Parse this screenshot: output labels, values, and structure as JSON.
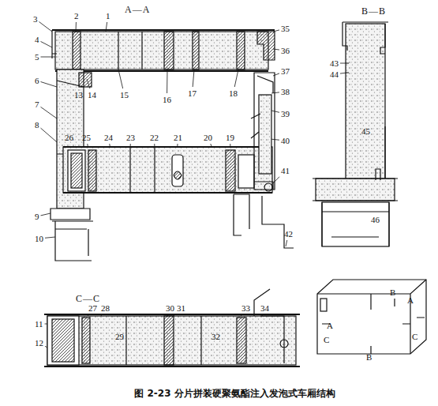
{
  "diagram": {
    "caption": "图 2-23  分片拼装硬聚氨酯注入发泡式车厢结构",
    "labels": [
      "A—A",
      "B—B",
      "C—C",
      "1",
      "2",
      "3",
      "4",
      "5",
      "6",
      "7",
      "8",
      "9",
      "10",
      "11",
      "12",
      "13",
      "14",
      "15",
      "16",
      "17",
      "18",
      "19",
      "20",
      "21",
      "22",
      "23",
      "24",
      "25",
      "26",
      "27",
      "28",
      "29",
      "30",
      "31",
      "32",
      "33",
      "34",
      "35",
      "36",
      "37",
      "38",
      "39",
      "40",
      "41",
      "42",
      "43",
      "44",
      "45",
      "46",
      "B",
      "A",
      "A",
      "C",
      "C",
      "B"
    ]
  }
}
